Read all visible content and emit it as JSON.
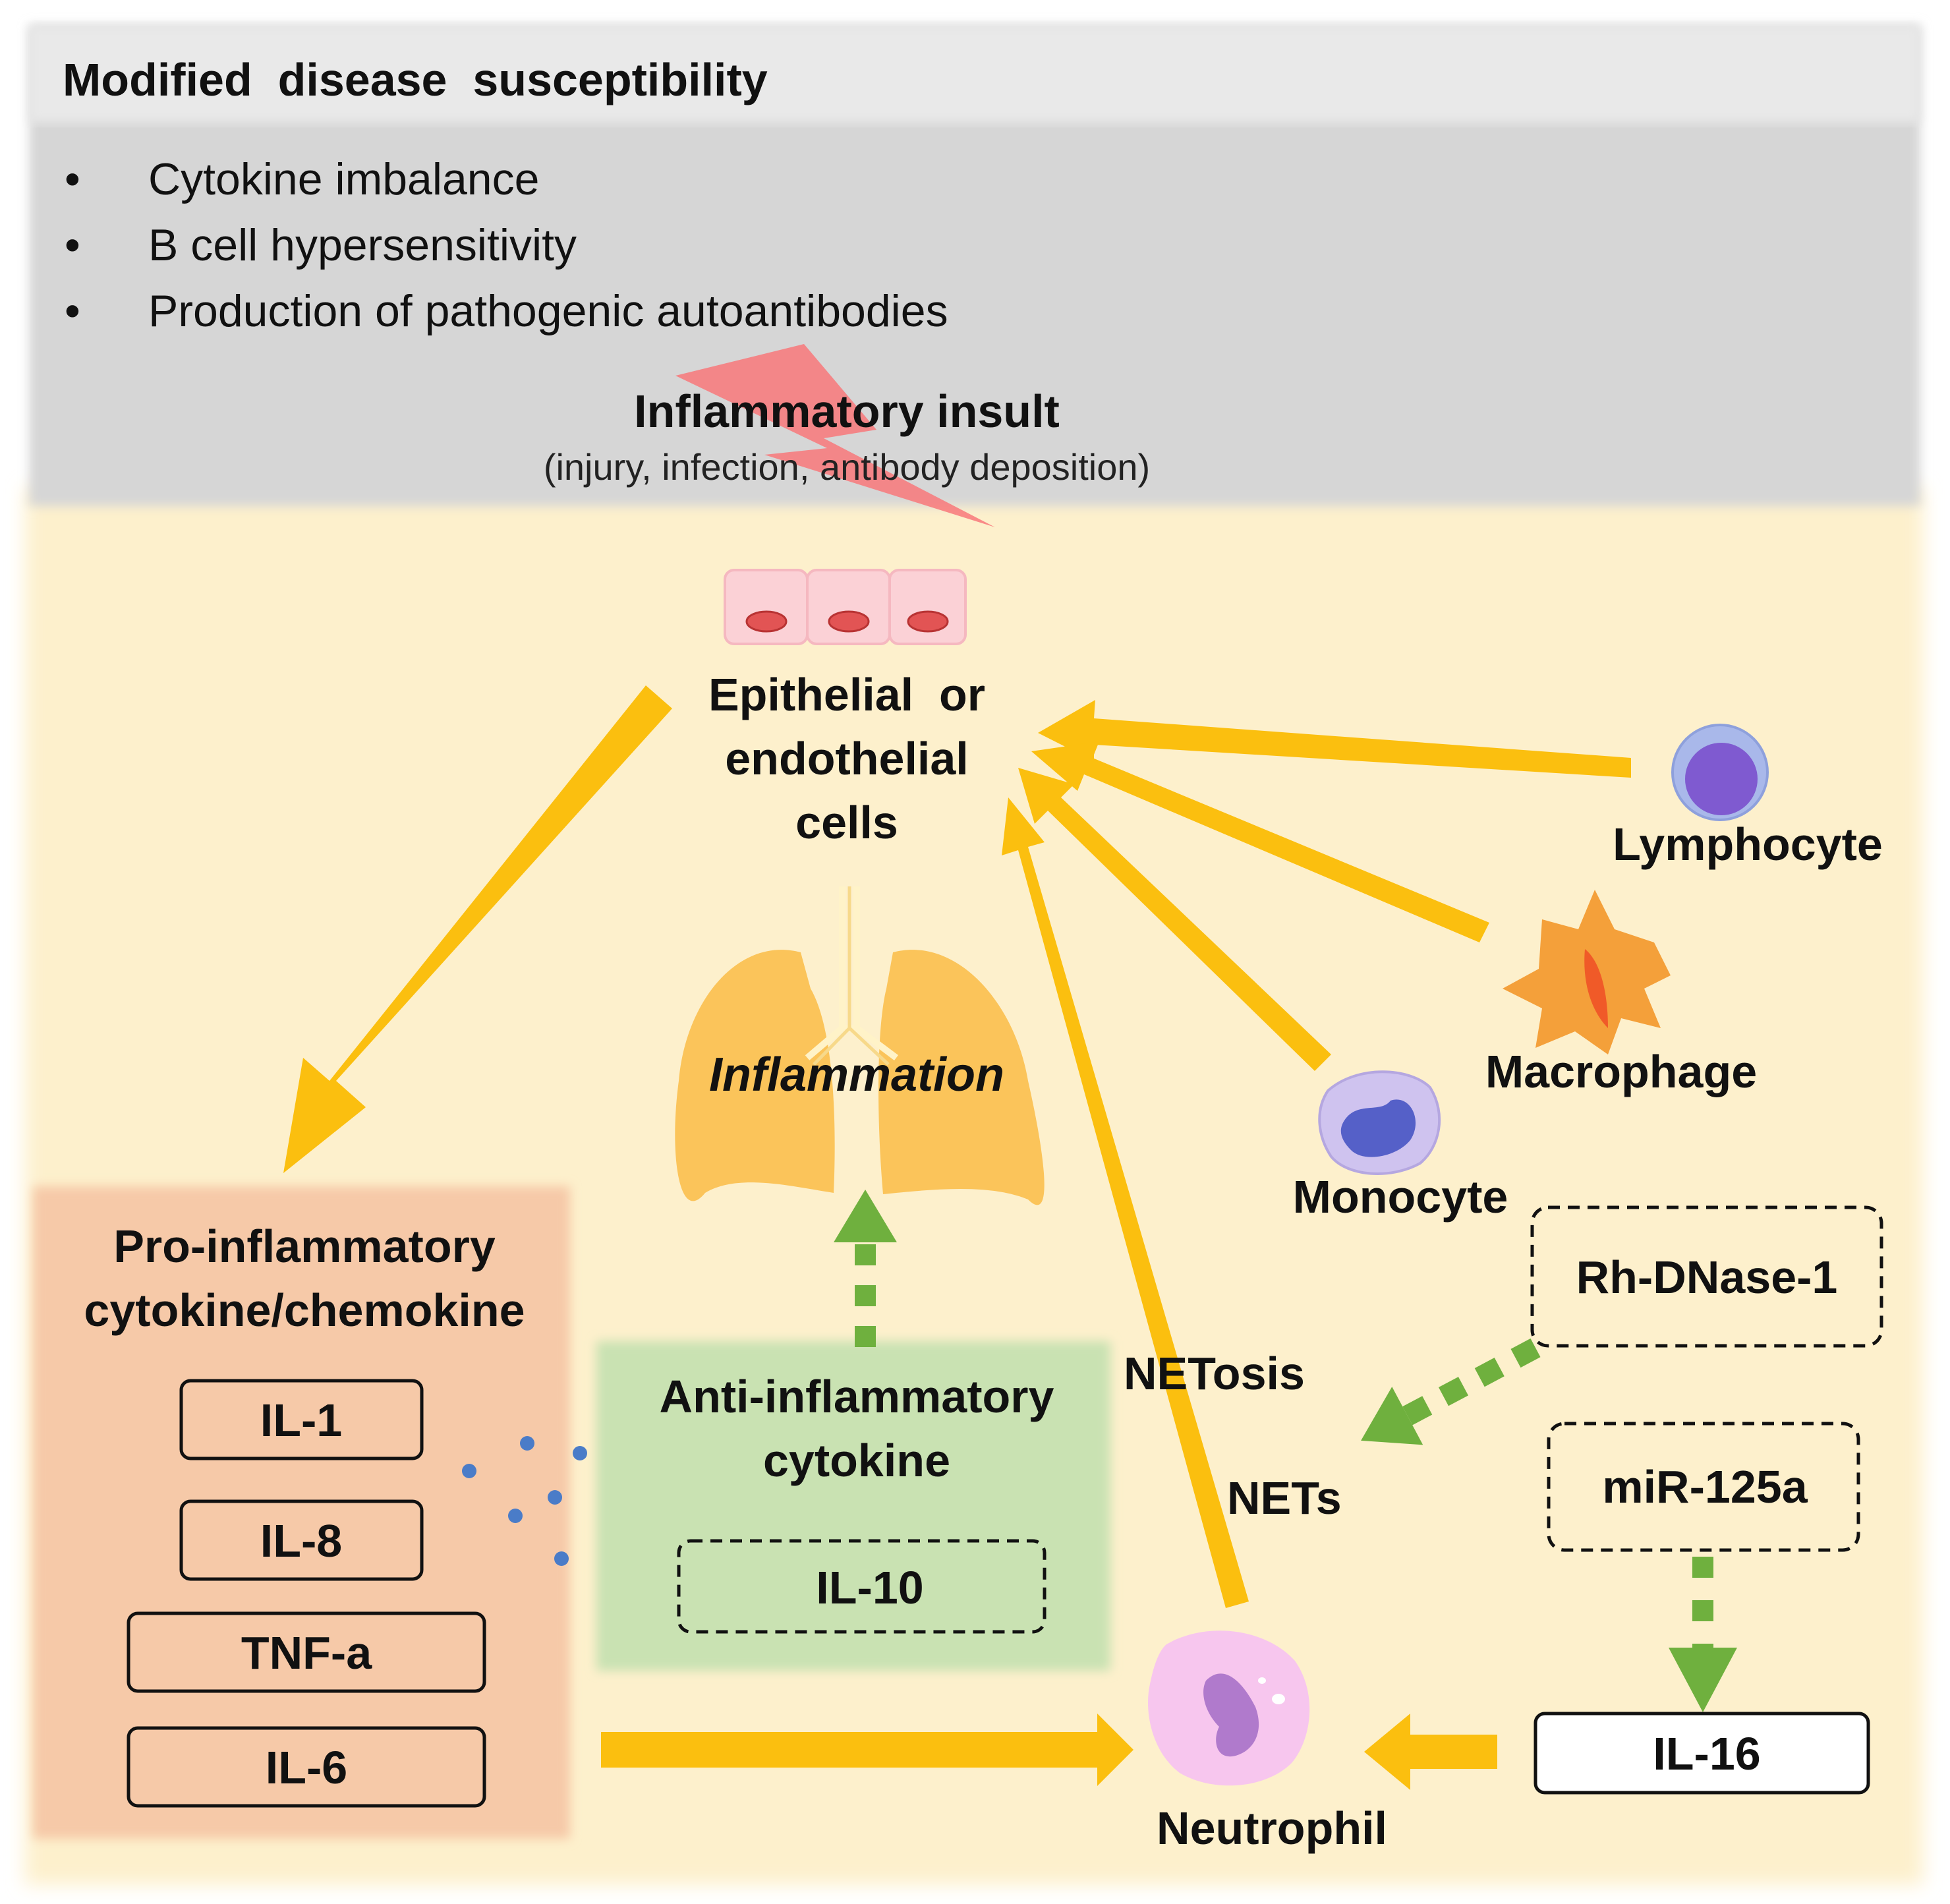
{
  "header": {
    "title": "Modified  disease  susceptibility",
    "bullets": [
      "Cytokine imbalance",
      "B cell hypersensitivity",
      "Production of pathogenic autoantibodies"
    ],
    "bullet_glyph": "•"
  },
  "insult": {
    "title": "Inflammatory insult",
    "subtitle": "(injury, infection, antibody deposition)"
  },
  "epithelial": {
    "lines": [
      "Epithelial  or",
      "endothelial",
      "cells"
    ]
  },
  "cells": {
    "lymphocyte": "Lymphocyte",
    "macrophage": "Macrophage",
    "monocyte": "Monocyte",
    "neutrophil": "Neutrophil"
  },
  "lungs": {
    "label": "Inflammation"
  },
  "pro_panel": {
    "title_lines": [
      "Pro-inflammatory",
      "cytokine/chemokine"
    ],
    "items": [
      "IL-1",
      "IL-8",
      "TNF-a",
      "IL-6"
    ]
  },
  "anti_panel": {
    "title_lines": [
      "Anti-inflammatory",
      "cytokine"
    ],
    "item": "IL-10"
  },
  "labels": {
    "netosis": "NETosis",
    "nets": "NETs"
  },
  "boxes": {
    "rh_dnase": "Rh-DNase-1",
    "mir": "miR-125a",
    "il16": "IL-16"
  },
  "colors": {
    "header_top": "#e9e9e9",
    "header_body": "#d6d6d6",
    "panel_bg": "#fdf0cc",
    "arrow": "#fbbf0f",
    "green_arrow": "#6fb03e",
    "pro_bg": "#f6c9a8",
    "anti_bg": "#c9e2b2",
    "lung": "#fbc45a"
  }
}
